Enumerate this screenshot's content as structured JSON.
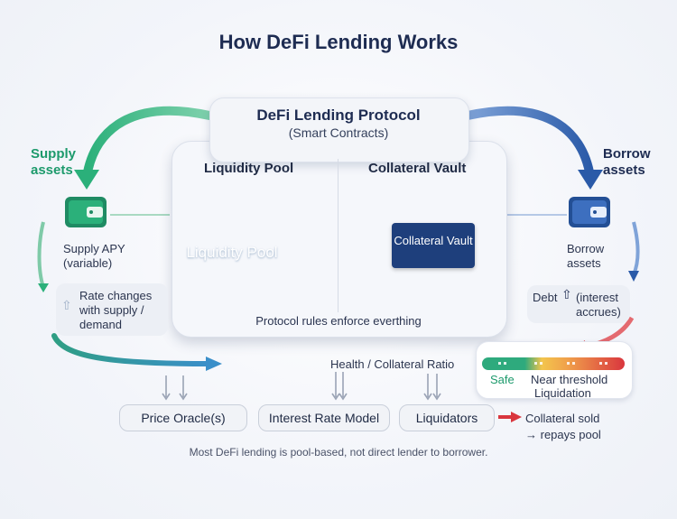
{
  "title": "How DeFi Lending Works",
  "protocol": {
    "title": "DeFi Lending Protocol",
    "subtitle": "(Smart Contracts)",
    "liquidity_pool_heading": "Liquidity Pool",
    "collateral_vault_heading": "Collateral Vault",
    "pool_label": "Liquidity Pool",
    "vault_label": "Collateral Vault",
    "rules_text": "Protocol rules enforce everthing"
  },
  "left": {
    "supply_heading": "Supply assets",
    "supply_apy": "Supply APY (variable)",
    "rate_changes": "Rate changes with supply / demand",
    "rate_icon": "up-arrow-icon",
    "wallet_icon": "wallet-icon"
  },
  "right": {
    "borrow_heading": "Borrow assets",
    "borrow_label": "Borrow assets",
    "debt_text_1": "Debt",
    "debt_text_2": "(interest accrues)",
    "debt_icon": "up-arrow-icon",
    "wallet_icon": "wallet-icon"
  },
  "health": {
    "label": "Health / Collateral Ratio",
    "safe": "Safe",
    "near_threshold": "Near threshold",
    "liquidation": "Liquidation"
  },
  "bottom": {
    "price_oracle": "Price Oracle(s)",
    "interest_rate_model": "Interest Rate Model",
    "liquidators": "Liquidators",
    "collateral_sold": "Collateral sold",
    "repays_pool": "→ repays pool"
  },
  "footnote": "Most DeFi lending is pool-based, not direct lender to borrower.",
  "colors": {
    "supply_green": "#1d9a6c",
    "borrow_blue": "#2a5aa8",
    "liquidation_red": "#d9363e",
    "navy": "#1e2c52"
  }
}
